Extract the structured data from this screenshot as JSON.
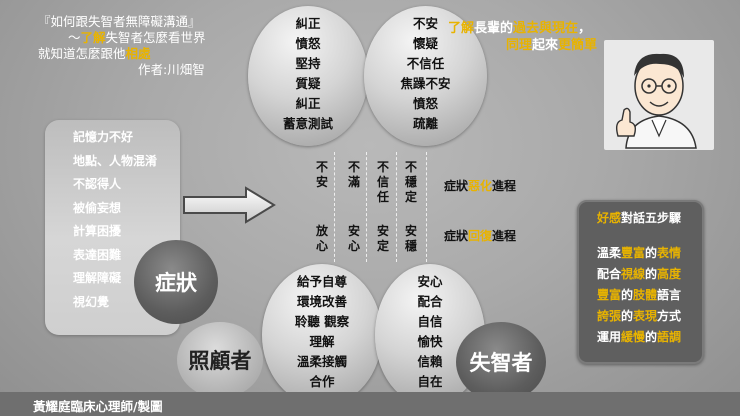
{
  "title": {
    "line1": "『如何跟失智者無障礙溝通』",
    "line2_prefix": "～",
    "line2_highlight": "了解",
    "line2_suffix": "失智者怎麼看世界",
    "line3_prefix": "就知道怎麼跟他",
    "line3_highlight": "相處",
    "author": "作者:川畑智"
  },
  "bubble": {
    "l1_a": "了解",
    "l1_b": "長輩的",
    "l1_c": "過去與現在",
    "l1_d": "，",
    "l2_a": "同理",
    "l2_b": "起來",
    "l2_c": "更簡單"
  },
  "top_left_circle": [
    "糾正",
    "憤怒",
    "堅持",
    "質疑",
    "糾正",
    "蓄意測試"
  ],
  "top_right_circle": [
    "不安",
    "懷疑",
    "不信任",
    "焦躁不安",
    "憤怒",
    "疏離"
  ],
  "symptoms": {
    "items": [
      "記憶力不好",
      "地點、人物混淆",
      "不認得人",
      "被偷妄想",
      "計算困擾",
      "表達困難",
      "理解障礙",
      "視幻覺"
    ],
    "label": "症狀"
  },
  "mid_top_cols": [
    [
      "不",
      "安"
    ],
    [
      "不",
      "滿"
    ],
    [
      "不",
      "信",
      "任"
    ],
    [
      "不",
      "穩",
      "定"
    ]
  ],
  "mid_bottom_cols": [
    [
      "放",
      "心"
    ],
    [
      "安",
      "心"
    ],
    [
      "安",
      "定"
    ],
    [
      "安",
      "穩"
    ]
  ],
  "row_labels": {
    "worse_prefix": "症狀",
    "worse_highlight": "惡化",
    "worse_suffix": "進程",
    "better_prefix": "症狀",
    "better_highlight": "回復",
    "better_suffix": "進程"
  },
  "bottom_left_circle": [
    "給予自尊",
    "環境改善",
    "聆聽 觀察",
    "理解",
    "溫柔接觸",
    "合作"
  ],
  "bottom_right_circle": [
    "安心",
    "配合",
    "自信",
    "愉快",
    "信賴",
    "自在"
  ],
  "caregiver_label": "照顧者",
  "patient_label": "失智者",
  "steps": {
    "title_hl": "好感",
    "title_rest": "對話五步驟",
    "rows": [
      [
        {
          "t": "溫柔",
          "h": false
        },
        {
          "t": "豐富",
          "h": true
        },
        {
          "t": "的",
          "h": false
        },
        {
          "t": "表情",
          "h": true
        }
      ],
      [
        {
          "t": "配合",
          "h": false
        },
        {
          "t": "視線",
          "h": true
        },
        {
          "t": "的",
          "h": false
        },
        {
          "t": "高度",
          "h": true
        }
      ],
      [
        {
          "t": "豐富",
          "h": true
        },
        {
          "t": "的",
          "h": false
        },
        {
          "t": "肢體",
          "h": true
        },
        {
          "t": "語言",
          "h": false
        }
      ],
      [
        {
          "t": "誇張",
          "h": true
        },
        {
          "t": "的",
          "h": false
        },
        {
          "t": "表現",
          "h": true
        },
        {
          "t": "方式",
          "h": false
        }
      ],
      [
        {
          "t": "運用",
          "h": false
        },
        {
          "t": "緩慢",
          "h": true
        },
        {
          "t": "的",
          "h": false
        },
        {
          "t": "語調",
          "h": true
        }
      ]
    ]
  },
  "footer": "黃耀庭臨床心理師/製圖",
  "colors": {
    "highlight": "#e8b300",
    "dark_box": "#5f5f5f"
  },
  "icons": [
    "arrow-right-icon",
    "cartoon-man-thumbs-up"
  ]
}
